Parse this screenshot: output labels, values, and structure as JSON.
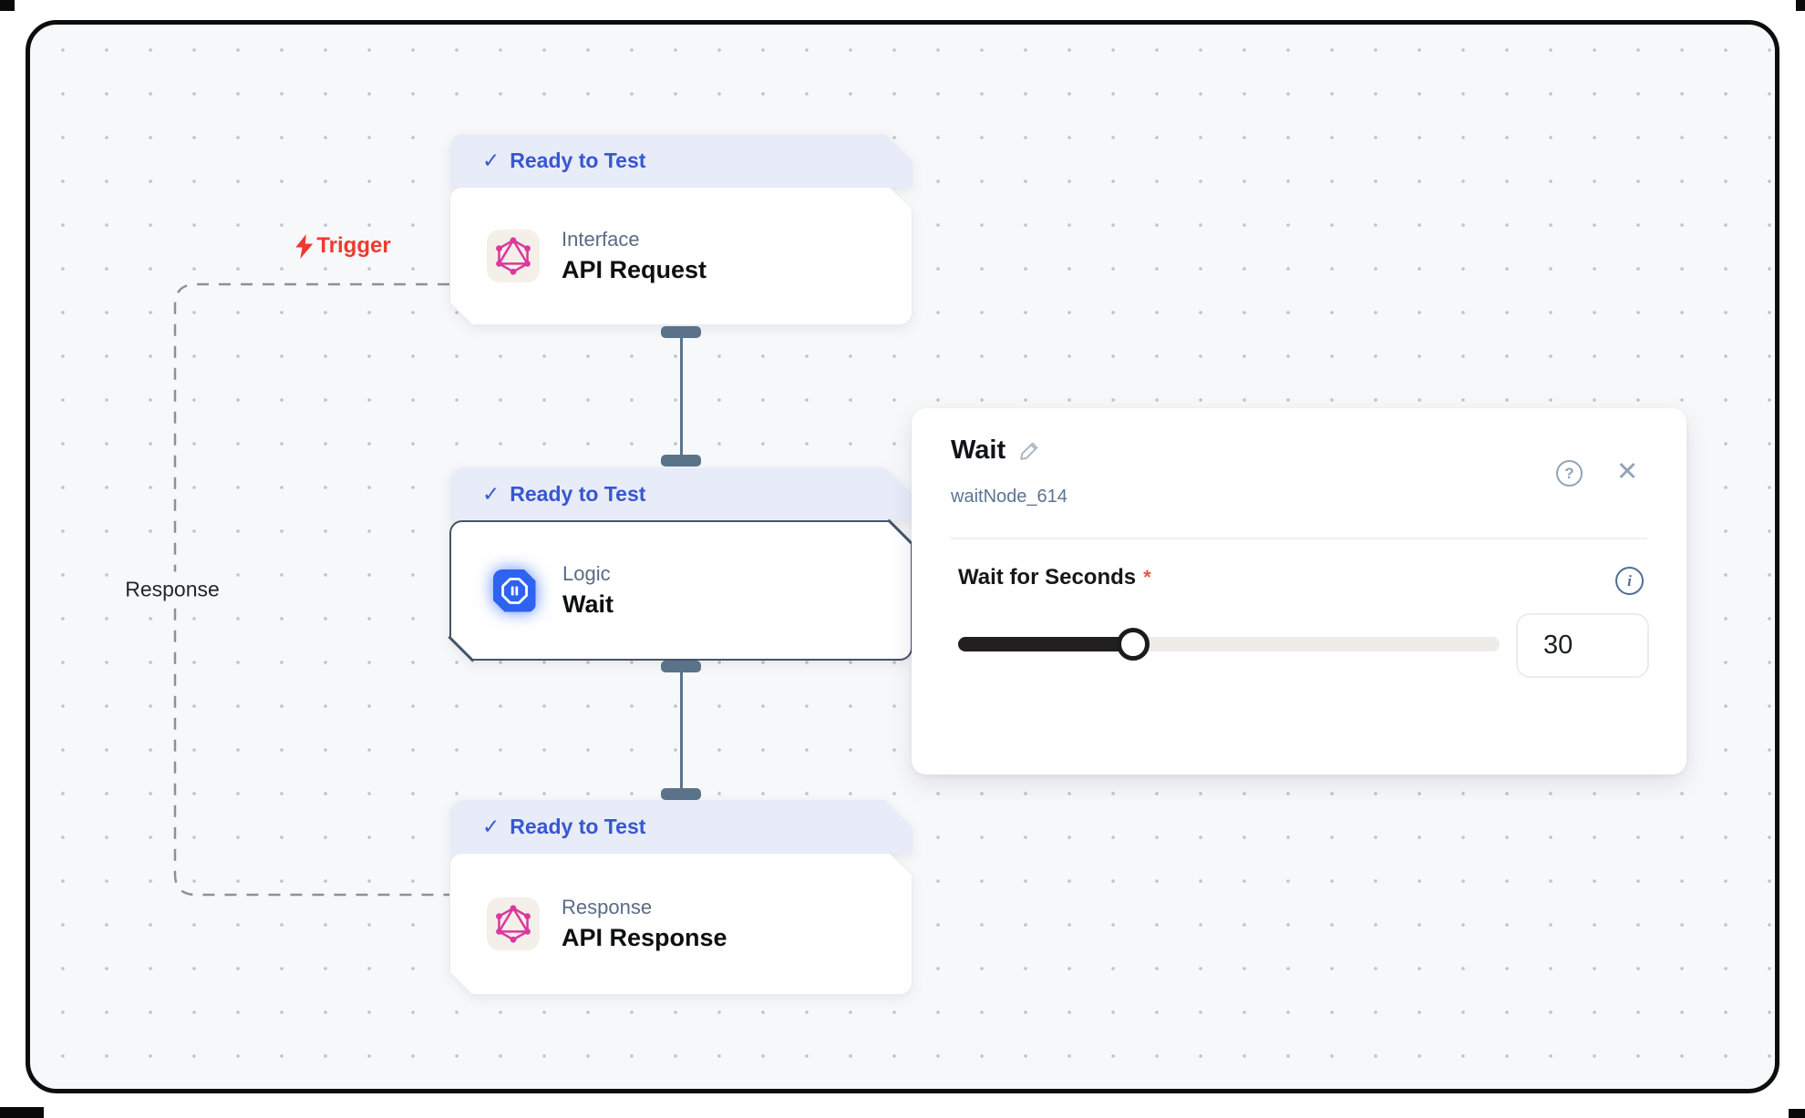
{
  "canvas": {
    "trigger_label": "Trigger",
    "response_label": "Response"
  },
  "icons": {
    "check": "✓",
    "close": "✕",
    "help": "?",
    "info": "i"
  },
  "nodes": [
    {
      "status": "Ready to Test",
      "category": "Interface",
      "title": "API Request",
      "icon": "graphql-icon"
    },
    {
      "status": "Ready to Test",
      "category": "Logic",
      "title": "Wait",
      "icon": "pause-icon"
    },
    {
      "status": "Ready to Test",
      "category": "Response",
      "title": "API Response",
      "icon": "graphql-icon"
    }
  ],
  "panel": {
    "title": "Wait",
    "node_id": "waitNode_614",
    "field": {
      "label": "Wait for Seconds",
      "required_marker": "*",
      "value": "30",
      "slider_percent": 32.3
    }
  },
  "colors": {
    "badge_text_blue": "#3757d0",
    "badge_bg": "#e8ecf9",
    "selected_border": "#44546a",
    "connector_slate": "#5b7389",
    "trigger_red": "#ee3a2f",
    "graphql_pink": "#d9399f",
    "wait_icon_blue": "#2e63f1",
    "slider_fill": "#211f1f"
  }
}
